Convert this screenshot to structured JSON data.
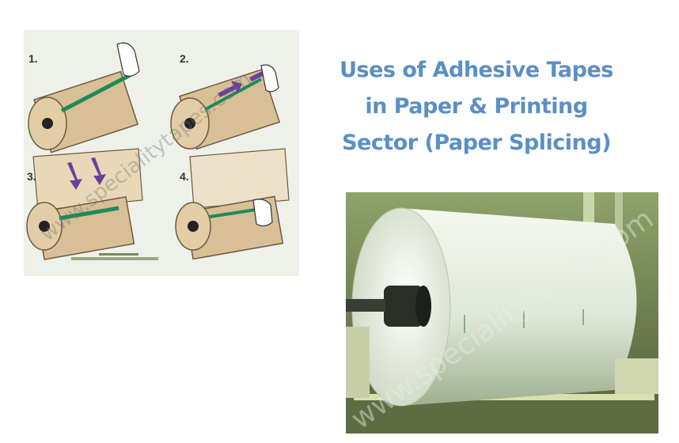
{
  "title": {
    "line1": "Uses of Adhesive Tapes",
    "line2": "in Paper & Printing",
    "line3": "Sector (Paper Splicing)"
  },
  "diagram": {
    "steps": [
      "1.",
      "2.",
      "3.",
      "4."
    ],
    "watermark": "www.specialitytapes.com"
  },
  "photo": {
    "watermark": "www.specialitytapes.com"
  },
  "colors": {
    "title": "#5a8fc6",
    "tape": "#1f8a5a",
    "arrow": "#6a3fa0",
    "roll": "#d9bf95"
  }
}
